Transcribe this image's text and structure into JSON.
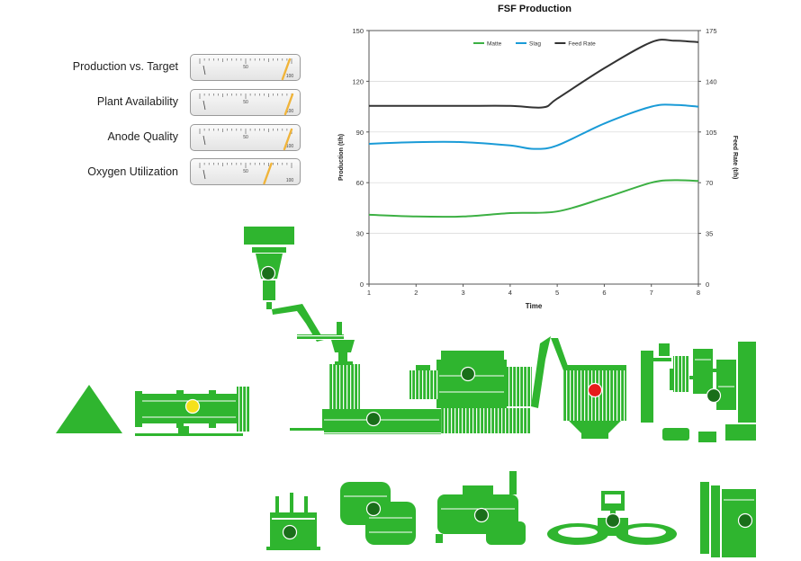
{
  "colors": {
    "equipment": "#2fb52f",
    "equipment_dark": "#1c8d1c",
    "needle": "#f0b43a",
    "status_ok": "#1a6e1a",
    "status_warning": "#f5e11a",
    "status_alarm": "#e61b1b"
  },
  "kpis": [
    {
      "label": "Production vs. Target",
      "scale_mid": "50",
      "scale_max": "100",
      "value": 96
    },
    {
      "label": "Plant Availability",
      "scale_mid": "50",
      "scale_max": "100",
      "value": 99
    },
    {
      "label": "Anode Quality",
      "scale_mid": "50",
      "scale_max": "100",
      "value": 98
    },
    {
      "label": "Oxygen Utilization",
      "scale_mid": "50",
      "scale_max": "100",
      "value": 76
    }
  ],
  "chart_data": {
    "type": "line",
    "title": "FSF Production",
    "xlabel": "Time",
    "ylabel": "Production (t/h)",
    "y2label": "Feed Rate (t/h)",
    "x": [
      1,
      2,
      3,
      4,
      5,
      6,
      7,
      8
    ],
    "ylim": [
      0,
      150
    ],
    "y2lim": [
      0,
      175
    ],
    "yticks": [
      "0",
      "30",
      "60",
      "90",
      "120",
      "150"
    ],
    "y2ticks": [
      "0",
      "35",
      "70",
      "105",
      "140",
      "175"
    ],
    "xticks": [
      "1",
      "2",
      "3",
      "4",
      "5",
      "6",
      "7",
      "8"
    ],
    "grid": true,
    "legend_position": "top",
    "series": [
      {
        "name": "Matte",
        "color": "#3cb043",
        "axis": "left",
        "x": [
          1,
          2,
          3,
          4,
          5,
          6,
          7,
          7.5,
          8
        ],
        "values": [
          41,
          40,
          40,
          42,
          43,
          51,
          60,
          61.5,
          61
        ]
      },
      {
        "name": "Slag",
        "color": "#1a9bd7",
        "axis": "left",
        "x": [
          1,
          2,
          3,
          4,
          4.5,
          5,
          6,
          7,
          7.5,
          8
        ],
        "values": [
          83,
          84,
          84,
          82,
          80,
          82,
          95,
          105,
          106,
          105
        ]
      },
      {
        "name": "Feed Rate",
        "color": "#333333",
        "axis": "right",
        "x": [
          1,
          2,
          3,
          4,
          4.7,
          5,
          6,
          7,
          7.5,
          8
        ],
        "values": [
          123,
          123,
          123,
          123,
          122,
          128,
          149,
          167,
          168,
          167
        ]
      }
    ]
  },
  "plant": {
    "units": [
      {
        "name": "stockpile",
        "status": "none"
      },
      {
        "name": "dryer",
        "status": "warning"
      },
      {
        "name": "feed-bin",
        "status": "ok"
      },
      {
        "name": "concentrate-burner",
        "status": "ok"
      },
      {
        "name": "flash-furnace",
        "status": "ok"
      },
      {
        "name": "waste-heat-boiler",
        "status": "ok"
      },
      {
        "name": "electrostatic-precipitator",
        "status": "alarm"
      },
      {
        "name": "acid-plant",
        "status": "ok"
      },
      {
        "name": "transformer",
        "status": "ok"
      },
      {
        "name": "converter",
        "status": "ok"
      },
      {
        "name": "anode-furnace",
        "status": "ok"
      },
      {
        "name": "casting-wheel",
        "status": "ok"
      },
      {
        "name": "anode-stack",
        "status": "ok"
      }
    ]
  }
}
